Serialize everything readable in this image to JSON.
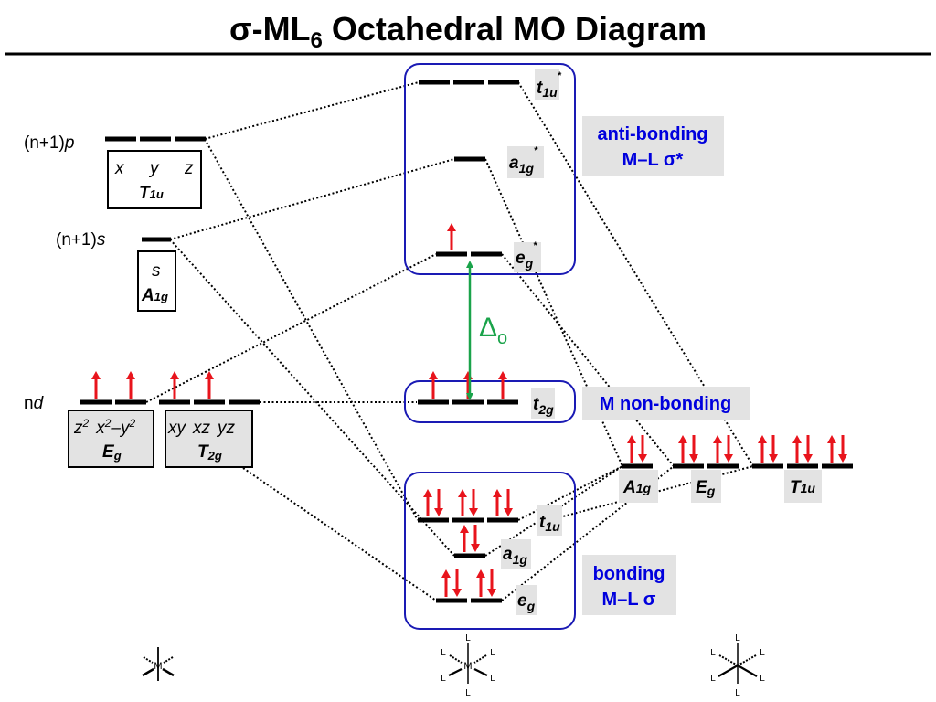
{
  "title": {
    "prefix": "σ-ML",
    "subscript": "6",
    "suffix": " Octahedral MO Diagram"
  },
  "metal_orbitals": {
    "np": {
      "label_prefix": "(n+1)",
      "label_orbital": "p",
      "components": [
        "x",
        "y",
        "z"
      ],
      "symmetry": "T",
      "symmetry_sub": "1u",
      "electrons": [
        0,
        0,
        0
      ]
    },
    "ns": {
      "label_prefix": "(n+1)",
      "label_orbital": "s",
      "components": [
        "s"
      ],
      "symmetry": "A",
      "symmetry_sub": "1g",
      "electrons": [
        0
      ]
    },
    "nd": {
      "label_prefix": "n",
      "label_orbital": "d",
      "eg": {
        "components": [
          "z",
          "2",
          "x",
          "2",
          "–y",
          "2"
        ],
        "symmetry": "E",
        "symmetry_sub": "g",
        "electrons": [
          1,
          1
        ]
      },
      "t2g": {
        "components": [
          "xy",
          "xz",
          "yz"
        ],
        "symmetry": "T",
        "symmetry_sub": "2g",
        "electrons": [
          1,
          1,
          0
        ]
      }
    }
  },
  "molecular_orbitals": {
    "t1u_star": {
      "label": "t",
      "sub": "1u",
      "sup": "*",
      "degeneracy": 3,
      "electrons": [
        0,
        0,
        0
      ]
    },
    "a1g_star": {
      "label": "a",
      "sub": "1g",
      "sup": "*",
      "degeneracy": 1,
      "electrons": [
        0
      ]
    },
    "eg_star": {
      "label": "e",
      "sub": "g",
      "sup": "*",
      "degeneracy": 2,
      "electrons": [
        1,
        0
      ]
    },
    "t2g": {
      "label": "t",
      "sub": "2g",
      "sup": "",
      "degeneracy": 3,
      "electrons": [
        1,
        1,
        1
      ]
    },
    "t1u": {
      "label": "t",
      "sub": "1u",
      "sup": "",
      "degeneracy": 3,
      "electrons": [
        2,
        2,
        2
      ]
    },
    "a1g": {
      "label": "a",
      "sub": "1g",
      "sup": "",
      "degeneracy": 1,
      "electrons": [
        2
      ]
    },
    "eg": {
      "label": "e",
      "sub": "g",
      "sup": "",
      "degeneracy": 2,
      "electrons": [
        2,
        2
      ]
    }
  },
  "ligand_orbitals": {
    "A1g": {
      "label": "A",
      "sub": "1g",
      "degeneracy": 1,
      "electrons": [
        2
      ]
    },
    "Eg": {
      "label": "E",
      "sub": "g",
      "degeneracy": 2,
      "electrons": [
        2,
        2
      ]
    },
    "T1u": {
      "label": "T",
      "sub": "1u",
      "degeneracy": 3,
      "electrons": [
        2,
        2,
        2
      ]
    }
  },
  "region_labels": {
    "antibonding_line1": "anti-bonding",
    "antibonding_line2": "M–L σ*",
    "nonbonding": "M non-bonding",
    "bonding_line1": "bonding",
    "bonding_line2": "M–L σ"
  },
  "splitting": {
    "symbol": "Δ",
    "sub": "o"
  },
  "structures": {
    "metal": {
      "center": "M"
    },
    "complex": {
      "center": "M",
      "ligand": "L"
    },
    "ligands": {
      "ligand": "L"
    }
  },
  "colors": {
    "electron": "#e8141c",
    "box_outline": "#1a1ab4",
    "region_text": "#0000dd",
    "label_bg": "#e3e3e3",
    "splitting_arrow": "#1aa34a"
  }
}
